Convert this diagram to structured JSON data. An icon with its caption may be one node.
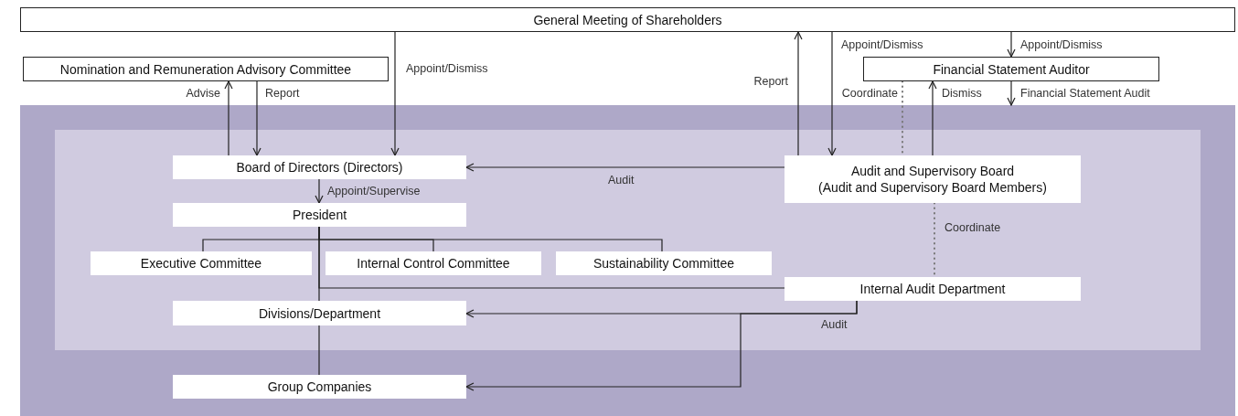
{
  "diagram": {
    "nodes": [
      {
        "text": [
          "General Meeting of Shareholders"
        ]
      },
      {
        "text": [
          "Nomination and Remuneration Advisory Committee"
        ]
      },
      {
        "text": [
          "Financial Statement Auditor"
        ]
      },
      {
        "text": [],
        "shape": "box"
      },
      {
        "text": [],
        "shape": "box",
        "in": 3
      },
      {
        "text": [
          "Board of Directors (Directors)"
        ],
        "in": 4
      },
      {
        "text": [
          "Audit and Supervisory Board",
          "(Audit and Supervisory Board Members)"
        ],
        "in": 4
      },
      {
        "text": [
          "President"
        ],
        "in": 4
      },
      {
        "text": [
          "Executive Committee"
        ],
        "in": 4
      },
      {
        "text": [
          "Internal Control Committee"
        ],
        "in": 4
      },
      {
        "text": [
          "Sustainability Committee"
        ],
        "in": 4
      },
      {
        "text": [
          "Internal Audit Department"
        ],
        "in": 4
      },
      {
        "text": [
          "Divisions/Department"
        ],
        "in": 4
      },
      {
        "text": [
          "Group Companies"
        ],
        "in": 3
      }
    ],
    "edges": [
      {
        "from": 5,
        "to": 1,
        "arrow": "to",
        "label": "Advise"
      },
      {
        "from": 1,
        "to": 5,
        "arrow": "to",
        "label": "Report"
      },
      {
        "from": 0,
        "to": 5,
        "arrow": "to",
        "label": "Appoint/Dismiss"
      },
      {
        "from": 6,
        "to": 0,
        "arrow": "to",
        "label": "Report"
      },
      {
        "from": 0,
        "to": 6,
        "arrow": "to",
        "label": "Appoint/Dismiss"
      },
      {
        "from": 0,
        "to": 2,
        "arrow": "to",
        "label": "Appoint/Dismiss"
      },
      {
        "from": 2,
        "to": 6,
        "arrow": "none",
        "label": "Coordinate",
        "style": "dashed",
        "color": "#777777"
      },
      {
        "from": 6,
        "to": 2,
        "arrow": "to",
        "label": "Dismiss"
      },
      {
        "from": 2,
        "to": 3,
        "arrow": "to",
        "label": "Financial Statement Audit"
      },
      {
        "from": 6,
        "to": 5,
        "arrow": "to",
        "label": "Audit"
      },
      {
        "from": 5,
        "to": 7,
        "arrow": "to",
        "label": "Appoint/Supervise"
      },
      {
        "from": 7,
        "to": 8,
        "arrow": "none"
      },
      {
        "from": 7,
        "to": 9,
        "arrow": "none"
      },
      {
        "from": 7,
        "to": 10,
        "arrow": "none"
      },
      {
        "from": 7,
        "to": 12,
        "arrow": "none"
      },
      {
        "from": 7,
        "to": 11,
        "arrow": "none"
      },
      {
        "from": 11,
        "to": 12,
        "arrow": "to",
        "label": "Audit"
      },
      {
        "from": 11,
        "to": 13,
        "arrow": "to"
      },
      {
        "from": 6,
        "to": 11,
        "arrow": "none",
        "label": "Coordinate",
        "style": "dashed",
        "color": "#777777"
      },
      {
        "from": 12,
        "to": 13,
        "arrow": "none"
      }
    ]
  }
}
